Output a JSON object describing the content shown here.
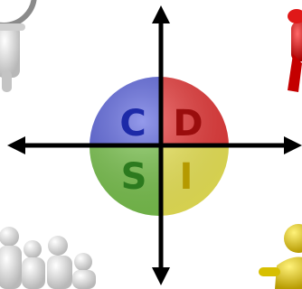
{
  "quadrants": [
    {
      "id": "c",
      "letter": "C",
      "fill": "#5a63e0",
      "letter_color": "#1d2aa8"
    },
    {
      "id": "d",
      "letter": "D",
      "fill": "#ee3a3a",
      "letter_color": "#9a0d0d"
    },
    {
      "id": "s",
      "letter": "S",
      "fill": "#7cc84e",
      "letter_color": "#2c7a1e"
    },
    {
      "id": "i",
      "letter": "I",
      "fill": "#f4ee59",
      "letter_color": "#b59a00"
    }
  ],
  "axis_color": "#000000",
  "figures": {
    "top_left": {
      "icon": "magnifier-figure-icon",
      "color": "#d8d8d8"
    },
    "top_right": {
      "icon": "red-figure-icon",
      "color": "#d81414"
    },
    "bottom_left": {
      "icon": "group-figures-icon",
      "color": "#e8e8e8"
    },
    "bottom_right": {
      "icon": "yellow-figure-icon",
      "color": "#e9d300"
    }
  }
}
